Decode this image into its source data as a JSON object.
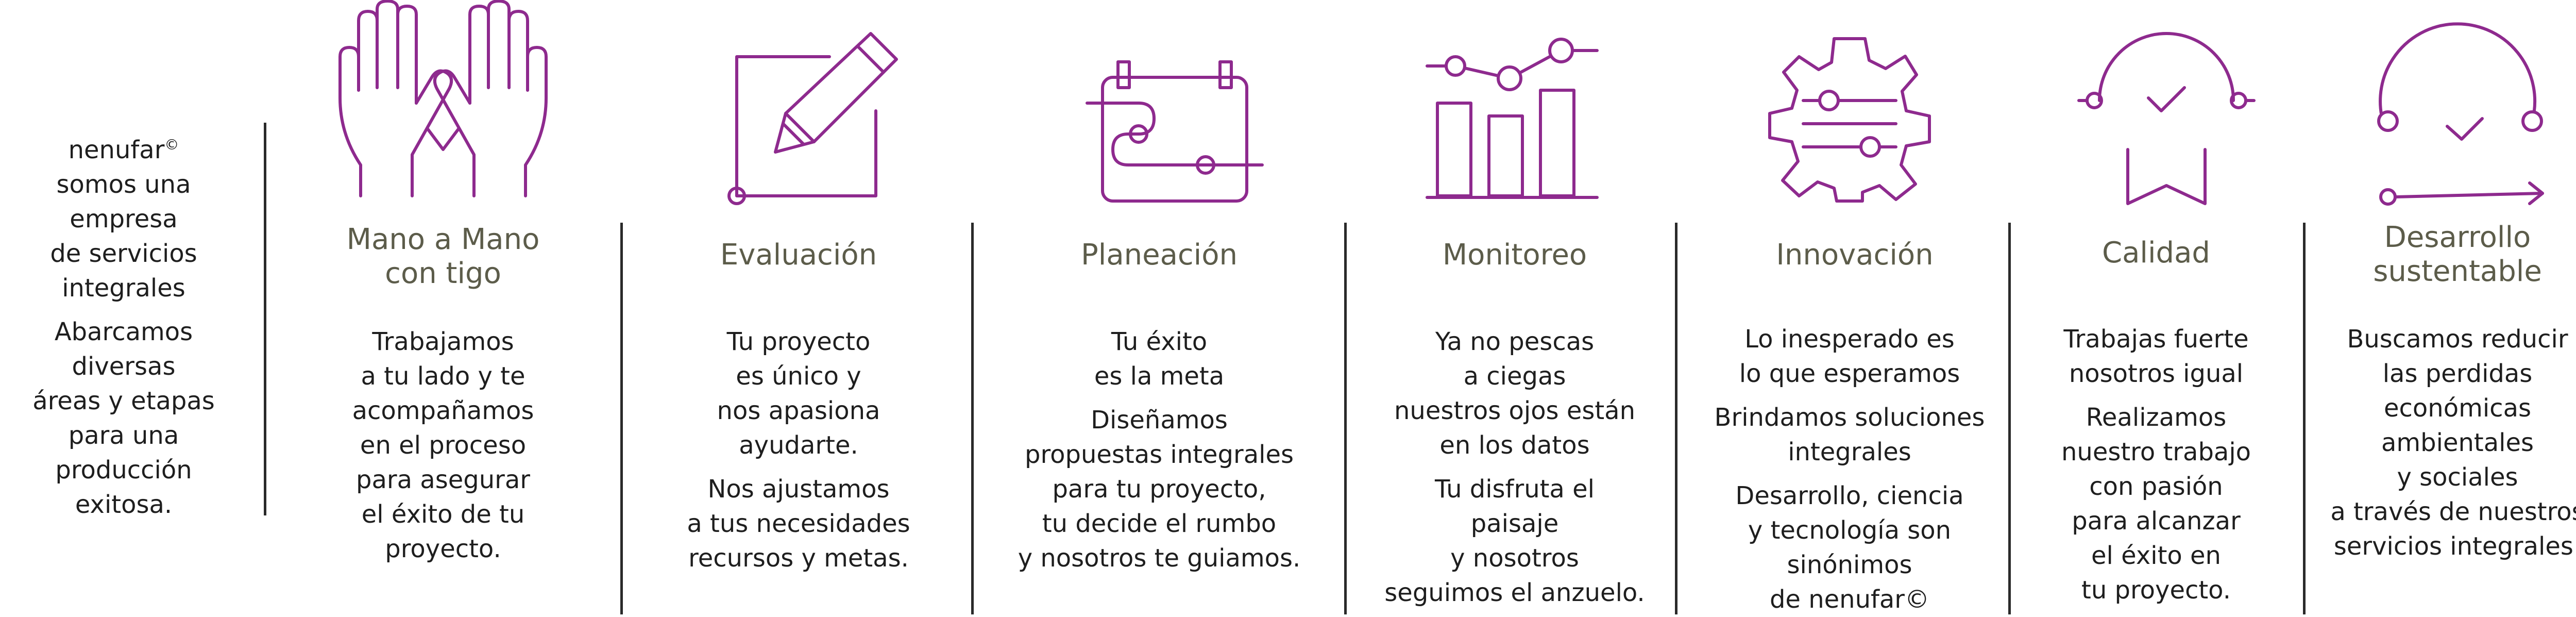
{
  "intro": {
    "brand": "nenufar",
    "brand_mark": "©",
    "lines_a": [
      "somos una",
      "empresa",
      "de servicios",
      "integrales"
    ],
    "lines_b": [
      "Abarcamos",
      "diversas",
      "áreas y etapas",
      "para una",
      "producción",
      "exitosa."
    ]
  },
  "columns": [
    {
      "icon": "open-hands-icon",
      "title": [
        "Mano a Mano",
        "con tigo"
      ],
      "paragraphs": [
        [
          "Trabajamos",
          "a tu lado y te",
          "acompañamos",
          "en el proceso",
          "para asegurar",
          "el éxito de tu",
          "proyecto."
        ]
      ]
    },
    {
      "icon": "pencil-edit-icon",
      "title": [
        "Evaluación"
      ],
      "paragraphs": [
        [
          "Tu proyecto",
          "es único y",
          "nos apasiona",
          "ayudarte."
        ],
        [
          "Nos ajustamos",
          "a tus necesidades",
          "recursos y metas."
        ]
      ]
    },
    {
      "icon": "calendar-timeline-icon",
      "title": [
        "Planeación"
      ],
      "paragraphs": [
        [
          "Tu éxito",
          "es la meta"
        ],
        [
          "Diseñamos",
          "propuestas integrales",
          "para tu proyecto,",
          "tu decide el rumbo",
          "y nosotros te guiamos."
        ]
      ]
    },
    {
      "icon": "bar-chart-trend-icon",
      "title": [
        "Monitoreo"
      ],
      "paragraphs": [
        [
          "Ya no pescas",
          "a ciegas",
          "nuestros ojos están",
          "en los datos"
        ],
        [
          "Tu disfruta el",
          "paisaje",
          "y nosotros",
          "seguimos el anzuelo."
        ]
      ]
    },
    {
      "icon": "gear-sliders-icon",
      "title": [
        "Innovación"
      ],
      "paragraphs": [
        [
          "Lo inesperado es",
          "lo que esperamos"
        ],
        [
          "Brindamos soluciones",
          "integrales"
        ],
        [
          "Desarrollo, ciencia",
          "y tecnología son",
          "sinónimos",
          "de nenufar©"
        ]
      ]
    },
    {
      "icon": "quality-badge-icon",
      "title": [
        "Calidad"
      ],
      "paragraphs": [
        [
          "Trabajas fuerte",
          "nosotros igual"
        ],
        [
          "Realizamos",
          "nuestro trabajo",
          "con pasión",
          "para alcanzar",
          "el éxito en",
          "tu proyecto."
        ]
      ]
    },
    {
      "icon": "cycle-check-icon",
      "title": [
        "Desarrollo",
        "sustentable"
      ],
      "paragraphs": [
        [
          "Buscamos reducir",
          "las perdidas",
          "económicas",
          "ambientales",
          "y sociales",
          "a través de nuestros",
          "servicios integrales."
        ]
      ]
    }
  ],
  "colors": {
    "icon": "#8e2a8e",
    "title": "#5c5c4a",
    "text": "#1e1e1e",
    "divider": "#2a2a2a"
  }
}
